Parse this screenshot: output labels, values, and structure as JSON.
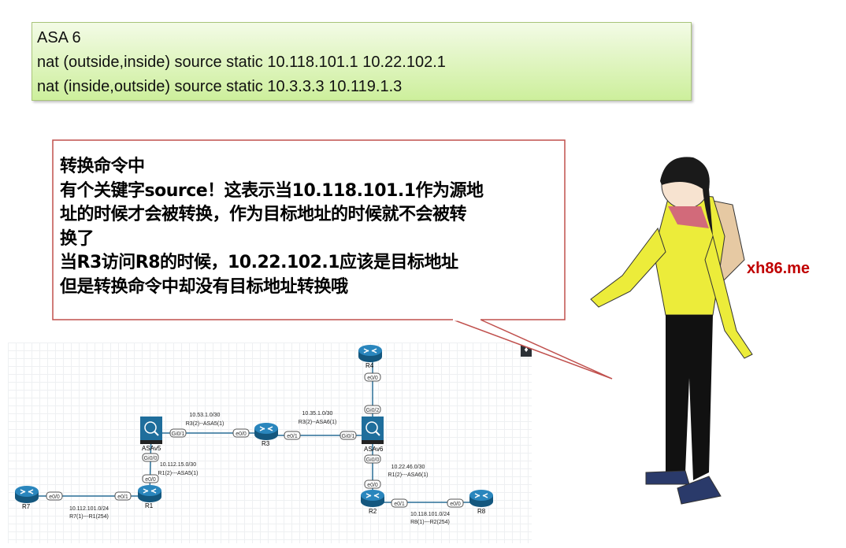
{
  "commands": {
    "title": "ASA 6",
    "line1": "nat (outside,inside) source static 10.118.101.1  10.22.102.1",
    "line2": "nat (inside,outside) source static 10.3.3.3 10.119.1.3"
  },
  "callout": {
    "lines": [
      "转换命令中",
      "有个关键字source！这表示当10.118.101.1作为源地",
      "址的时候才会被转换，作为目标地址的时候就不会被转",
      "换了",
      "当R3访问R8的时候，10.22.102.1应该是目标地址",
      "但是转换命令中却没有目标地址转换哦"
    ]
  },
  "watermark": "xh86.me",
  "topology": {
    "nodes": {
      "R7": "R7",
      "R1": "R1",
      "ASAv5": "ASAv5",
      "R3": "R3",
      "R4": "R4",
      "ASAv6": "ASAv6",
      "R2": "R2",
      "R8": "R8"
    },
    "ports": {
      "r7_e00": "e0/0",
      "r1_e01": "e0/1",
      "r1_e00": "e0/0",
      "asa5_gi00": "Gi0/0",
      "asa5_gi01": "Gi0/1",
      "r3_e00": "e0/0",
      "r3_e01": "e0/1",
      "asa6_gi01": "Gi0/1",
      "asa6_gi02": "Gi0/2",
      "r4_e00": "e0/0",
      "asa6_gi00": "Gi0/0",
      "r2_e00": "e0/0",
      "r2_e01": "e0/1",
      "r8_e00": "e0/0"
    },
    "links": {
      "l1_net": "10.112.101.0/24",
      "l1_desc": "R7(1)---R1(254)",
      "l2_net": "10.112.15.0/30",
      "l2_desc": "R1(2)---ASA5(1)",
      "l3_net": "10.53.1.0/30",
      "l3_desc": "R3(2)--ASA5(1)",
      "l4_net": "10.35.1.0/30",
      "l4_desc": "R3(2)--ASA6(1)",
      "l5_net": "10.22.46.0/30",
      "l5_desc": "R1(2)---ASA6(1)",
      "l6_net": "10.118.101.0/24",
      "l6_desc": "R8(1)---R2(254)"
    }
  },
  "colors": {
    "callout_border": "#c0504d",
    "router": "#1f6e9c",
    "watermark": "#c00000"
  }
}
